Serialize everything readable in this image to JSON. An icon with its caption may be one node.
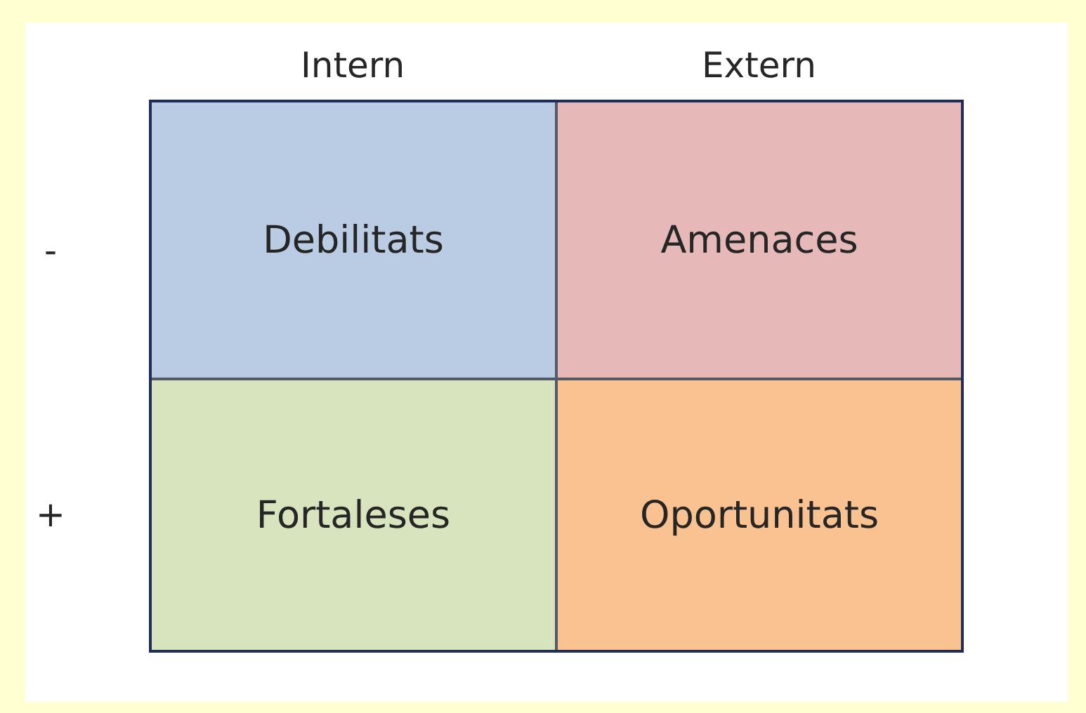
{
  "diagram": {
    "nodes": [
      {
        "text": [
          "Debilitats"
        ]
      },
      {
        "text": [
          "Amenaces"
        ]
      },
      {
        "text": [
          "Fortaleses"
        ]
      },
      {
        "text": [
          "Oportunitats"
        ]
      }
    ],
    "labels": [
      "Intern",
      "Extern",
      "-",
      "+"
    ]
  }
}
